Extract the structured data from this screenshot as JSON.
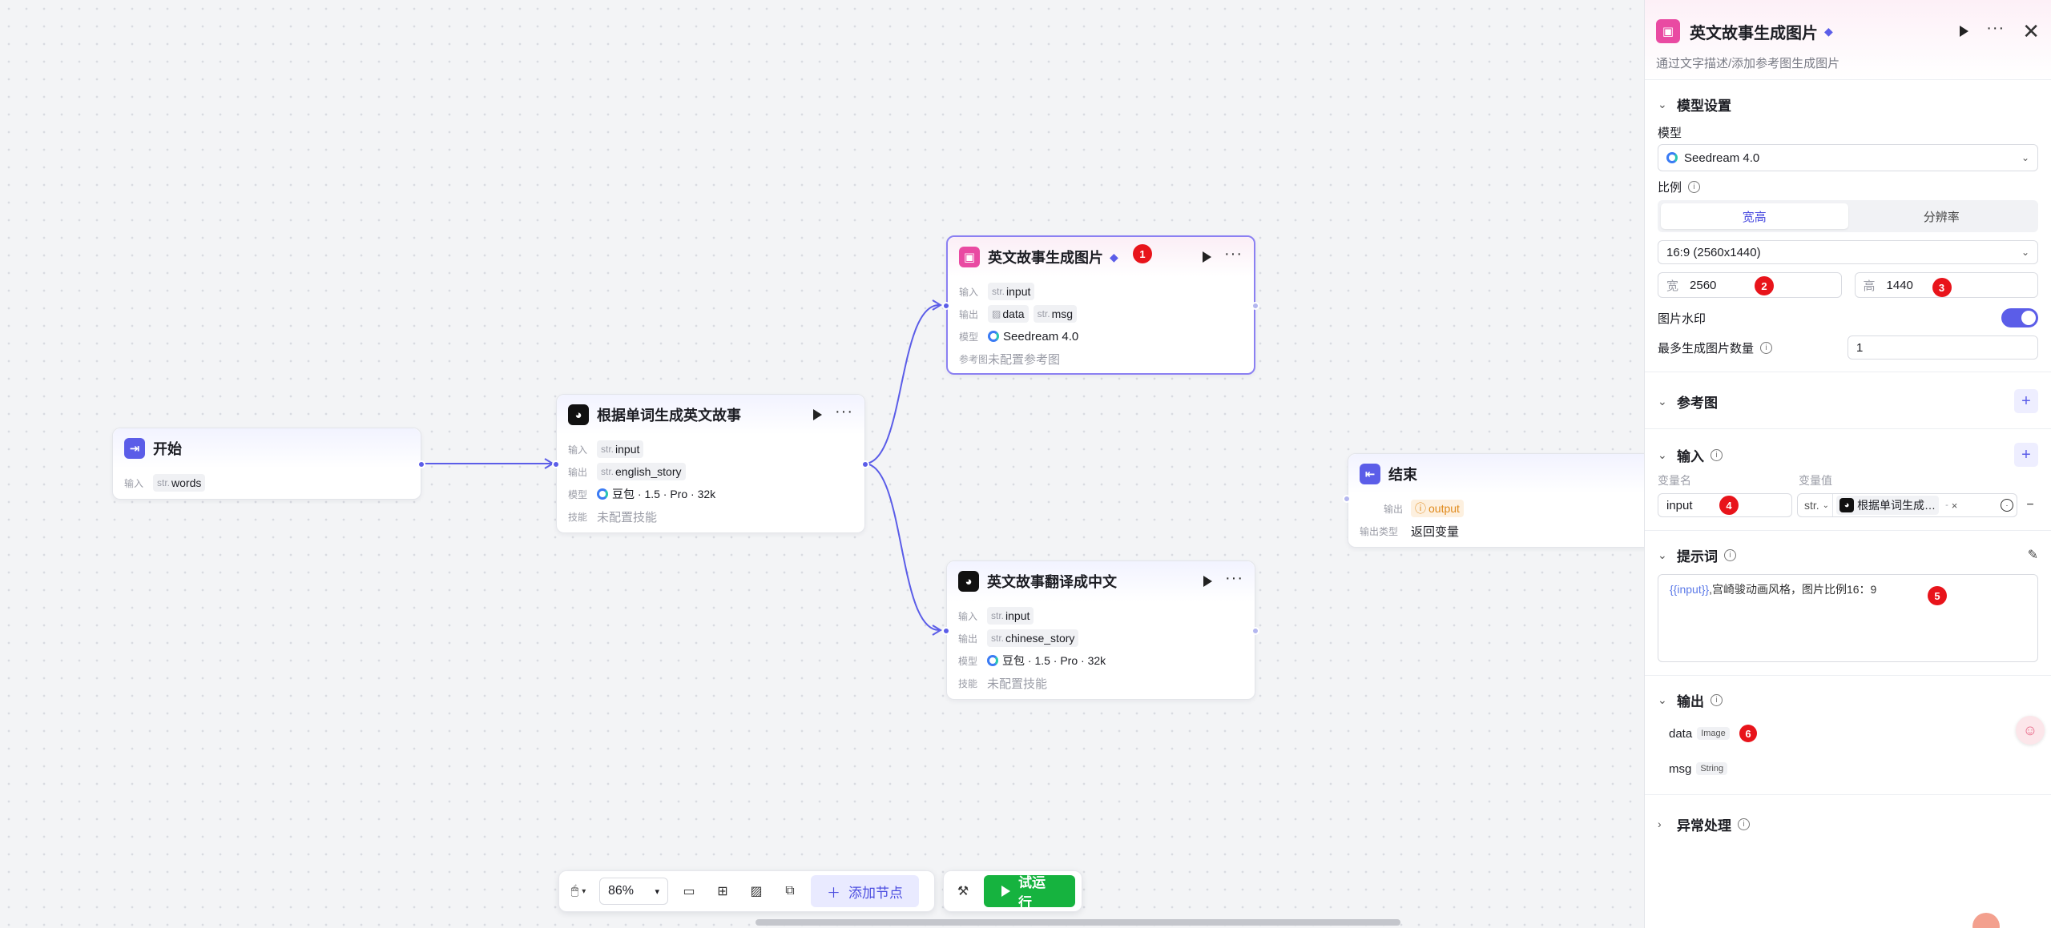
{
  "nodes": {
    "start": {
      "title": "开始",
      "input_label": "输入",
      "input_type": "str.",
      "input_value": "words"
    },
    "gen_story": {
      "title": "根据单词生成英文故事",
      "input_label": "输入",
      "input_type": "str.",
      "input_value": "input",
      "output_label": "输出",
      "output_type": "str.",
      "output_value": "english_story",
      "model_label": "模型",
      "model_value": "豆包 · 1.5 · Pro · 32k",
      "skill_label": "技能",
      "skill_value": "未配置技能"
    },
    "gen_image": {
      "title": "英文故事生成图片",
      "input_label": "输入",
      "input_type": "str.",
      "input_value": "input",
      "output_label": "输出",
      "output_value_1": "data",
      "output_type_2": "str.",
      "output_value_2": "msg",
      "model_label": "模型",
      "model_value": "Seedream 4.0",
      "ref_label": "参考图",
      "ref_value": "未配置参考图"
    },
    "translate": {
      "title": "英文故事翻译成中文",
      "input_label": "输入",
      "input_type": "str.",
      "input_value": "input",
      "output_label": "输出",
      "output_type": "str.",
      "output_value": "chinese_story",
      "model_label": "模型",
      "model_value": "豆包 · 1.5 · Pro · 32k",
      "skill_label": "技能",
      "skill_value": "未配置技能"
    },
    "end": {
      "title": "结束",
      "output_label": "输出",
      "output_value": "output",
      "output_type_label": "输出类型",
      "output_type_value": "返回变量"
    }
  },
  "badges": [
    "1",
    "2",
    "3",
    "4",
    "5",
    "6"
  ],
  "toolbar": {
    "zoom": "86%",
    "add_node": "添加节点",
    "run": "试运行"
  },
  "panel": {
    "title": "英文故事生成图片",
    "description": "通过文字描述/添加参考图生成图片",
    "model_settings": {
      "section_title": "模型设置",
      "model_label": "模型",
      "model_value": "Seedream 4.0",
      "ratio_label": "比例",
      "seg_wh": "宽高",
      "seg_res": "分辨率",
      "ratio_value": "16:9 (2560x1440)",
      "width_prefix": "宽",
      "width_value": "2560",
      "height_prefix": "高",
      "height_value": "1440",
      "watermark_label": "图片水印",
      "watermark_on": true,
      "max_count_label": "最多生成图片数量",
      "max_count_value": "1"
    },
    "reference": {
      "section_title": "参考图"
    },
    "input": {
      "section_title": "输入",
      "col_name": "变量名",
      "col_value": "变量值",
      "var_name": "input",
      "var_type": "str.",
      "var_ref": "根据单词生成…",
      "var_ref_sep": "-",
      "remove": "×",
      "minus": "−"
    },
    "prompt": {
      "section_title": "提示词",
      "variable": "{{input}}",
      "text": ",宫崎骏动画风格，图片比例16：9"
    },
    "output": {
      "section_title": "输出",
      "items": [
        {
          "name": "data",
          "type": "Image"
        },
        {
          "name": "msg",
          "type": "String"
        }
      ]
    },
    "error": {
      "section_title": "异常处理"
    }
  },
  "colors": {
    "accent": "#5b5de8",
    "run_green": "#16b33f",
    "badge_red": "#e8141b",
    "image_node_pink": "#e94aa2"
  }
}
